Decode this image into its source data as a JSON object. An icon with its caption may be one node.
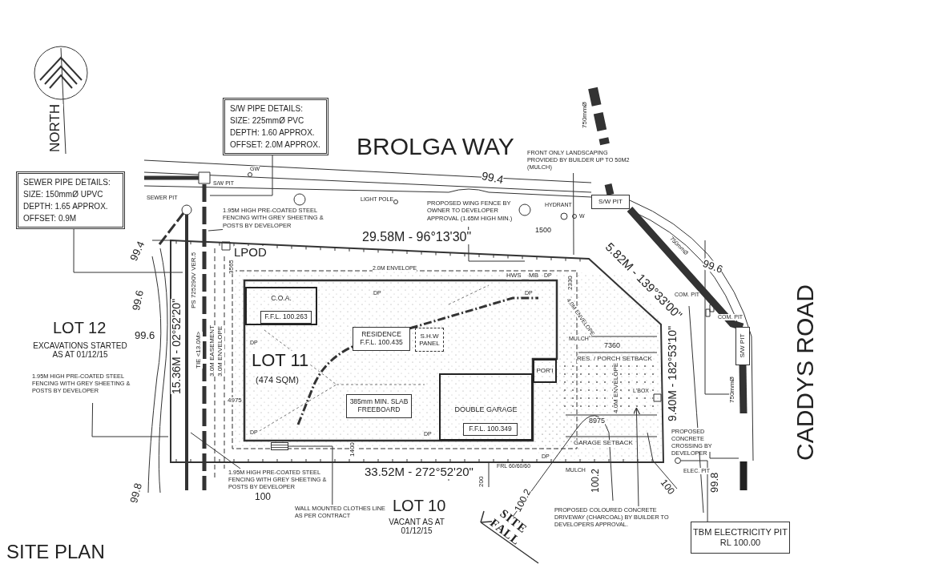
{
  "diagram": {
    "title": "SITE PLAN",
    "nodes": [
      {
        "text": [
          "S/W PIPE DETAILS:",
          "SIZE: 225mmØ PVC",
          "DEPTH: 1.60 APPROX.",
          "OFFSET: 2.0M APPROX."
        ]
      },
      {
        "text": [
          "SEWER PIPE DETAILS:",
          "SIZE: 150mmØ UPVC",
          "DEPTH: 1.65 APPROX.",
          "OFFSET: 0.9M"
        ]
      },
      {
        "text": [
          "1.95M HIGH PRE-COATED STEEL FENCING WITH GREY SHEETING & POSTS BY DEVELOPER"
        ]
      },
      {
        "text": [
          "PROPOSED WING FENCE BY OWNER TO DEVELOPER APPROVAL (1.65M HIGH MIN.)"
        ]
      },
      {
        "text": [
          "FRONT ONLY LANDSCAPING PROVIDED BY BUILDER UP TO 50M2 (MULCH)"
        ]
      },
      {
        "text": [
          "S/W PIT"
        ]
      },
      {
        "text": [
          "C.O.A."
        ]
      },
      {
        "text": [
          "F.F.L. 100.263"
        ],
        "in": 6
      },
      {
        "text": [
          "RESIDENCE",
          "F.F.L. 100.435"
        ]
      },
      {
        "text": [
          "S.H.W PANEL"
        ]
      },
      {
        "text": [
          "385mm MIN. SLAB FREEBOARD"
        ]
      },
      {
        "text": [
          "POR'I"
        ]
      },
      {
        "text": [
          "DOUBLE GARAGE"
        ]
      },
      {
        "text": [
          "F.F.L. 100.349"
        ],
        "in": 12
      },
      {
        "text": [
          "S/W PIT"
        ]
      },
      {
        "text": [
          "1.95M HIGH PRE-COATED STEEL FENCING WITH GREY SHEETING & POSTS BY DEVELOPER"
        ]
      },
      {
        "text": [],
        "shape": "box"
      },
      {
        "text": [
          "1.95M HIGH PRE-COATED STEEL FENCING WITH GREY SHEETING & POSTS BY DEVELOPER"
        ]
      },
      {
        "text": [
          "WALL MOUNTED CLOTHES LINE AS PER CONTRACT"
        ]
      },
      {
        "text": [
          "PROPOSED COLOURED CONCRETE DRIVEWAY (CHARCOAL) BY BUILDER TO DEVELOPERS APPROVAL."
        ]
      },
      {
        "text": [
          "PROPOSED CONCRETE CROSSING BY DEVELOPER"
        ]
      },
      {
        "text": [],
        "shape": "circle"
      },
      {
        "text": [
          "TBM ELECTRICITY PIT",
          "RL 100.00"
        ]
      },
      {
        "text": [],
        "shape": "area"
      }
    ],
    "edges": [
      {
        "from": 0,
        "to": null,
        "arrow": "none"
      },
      {
        "from": 1,
        "to": null,
        "arrow": "none"
      },
      {
        "from": 2,
        "to": null,
        "arrow": "none"
      },
      {
        "from": 3,
        "to": null,
        "arrow": "none"
      },
      {
        "from": 4,
        "to": null,
        "arrow": "none"
      },
      {
        "from": 15,
        "to": null,
        "arrow": "none"
      },
      {
        "from": 18,
        "to": 16,
        "arrow": "none"
      },
      {
        "from": 17,
        "to": null,
        "arrow": "none"
      },
      {
        "from": 19,
        "to": 23,
        "arrow": "to"
      },
      {
        "from": 20,
        "to": null,
        "arrow": "none"
      },
      {
        "from": 22,
        "to": 21,
        "arrow": "none"
      },
      {
        "from": null,
        "to": 5,
        "arrow": "none",
        "style": "thick"
      },
      {
        "from": 5,
        "to": 14,
        "arrow": "none",
        "style": "thick"
      },
      {
        "from": 14,
        "to": null,
        "arrow": "none",
        "style": "thick"
      }
    ],
    "labels": [
      "NORTH",
      "BROLGA WAY",
      "GW",
      "S/W PIT",
      "SEWER PIT",
      "LIGHT POLE",
      "HYDRANT",
      "W",
      "99.4",
      "750mmØ",
      "29.58M - 96°13'30\"",
      "1500",
      "LPOD",
      "99.4",
      "2.0M ENVELOPE",
      "HWS",
      "MB",
      "DP",
      "2330",
      "5.82M - 139°33'00\"",
      "750mmØ",
      "99.6",
      "COM. PIT",
      "COM. PIT",
      "PS 725290V VER.5",
      "TIE <13.0M>",
      "3565",
      "DP",
      "DP",
      "99.6",
      "LOT 12",
      "EXCAVATIONS STARTED AS AT 01/12/15",
      "99.6",
      "15.36M - 02°52'20\"",
      "3.0M EASEMENT",
      "3.0M ENVELOPE",
      "DP",
      "LOT 11",
      "(474 SQM)",
      "4975",
      "MULCH",
      "4.0M ENVELOPE",
      "7360",
      "RES. / PORCH SETBACK",
      "9.40M - 182°53'10\"",
      "4.0M ENVELOPE",
      "L'BOX",
      "8975",
      "GARAGE SETBACK",
      "DP",
      "DP",
      "1400",
      "DP",
      "99.8",
      "ELEC. PIT",
      "99.8",
      "33.52M - 272°52'20\"",
      "200",
      "FRL 60/60/60",
      "MULCH",
      "100.2",
      "100.2",
      "100",
      "100",
      "LOT 10",
      "VACANT AS AT 01/12/15",
      "SITE FALL",
      "CADDYS ROAD",
      "750mmØ"
    ]
  }
}
